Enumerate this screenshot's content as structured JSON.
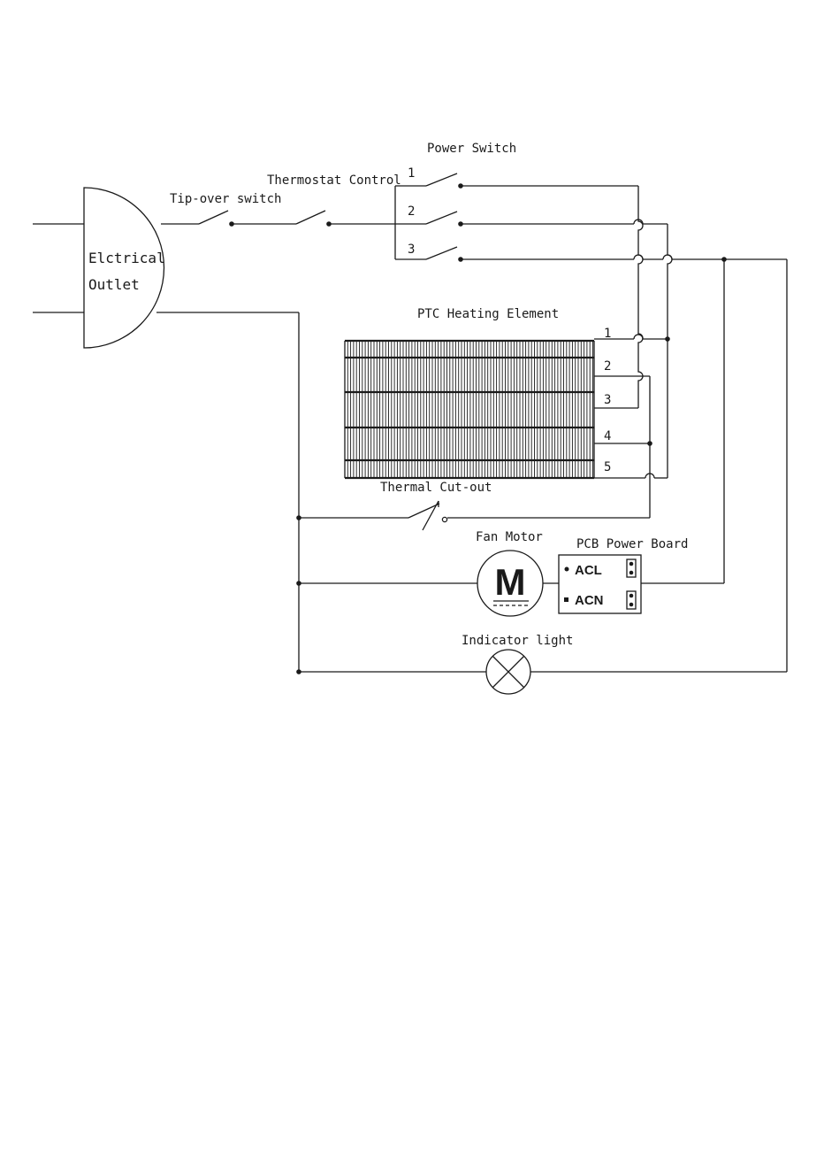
{
  "outlet": {
    "line1": "Elctrical",
    "line2": "Outlet"
  },
  "tip_over_switch": {
    "label": "Tip-over switch"
  },
  "thermostat": {
    "label": "Thermostat Control"
  },
  "power_switch": {
    "label": "Power Switch",
    "positions": [
      "1",
      "2",
      "3"
    ]
  },
  "ptc": {
    "label": "PTC Heating Element",
    "terminals": [
      "1",
      "2",
      "3",
      "4",
      "5"
    ]
  },
  "thermal_cutout": {
    "label": "Thermal Cut-out"
  },
  "fan_motor": {
    "label": "Fan Motor",
    "symbol": "M"
  },
  "pcb": {
    "label": "PCB Power Board",
    "acl": "ACL",
    "acn": "ACN"
  },
  "indicator": {
    "label": "Indicator light"
  }
}
